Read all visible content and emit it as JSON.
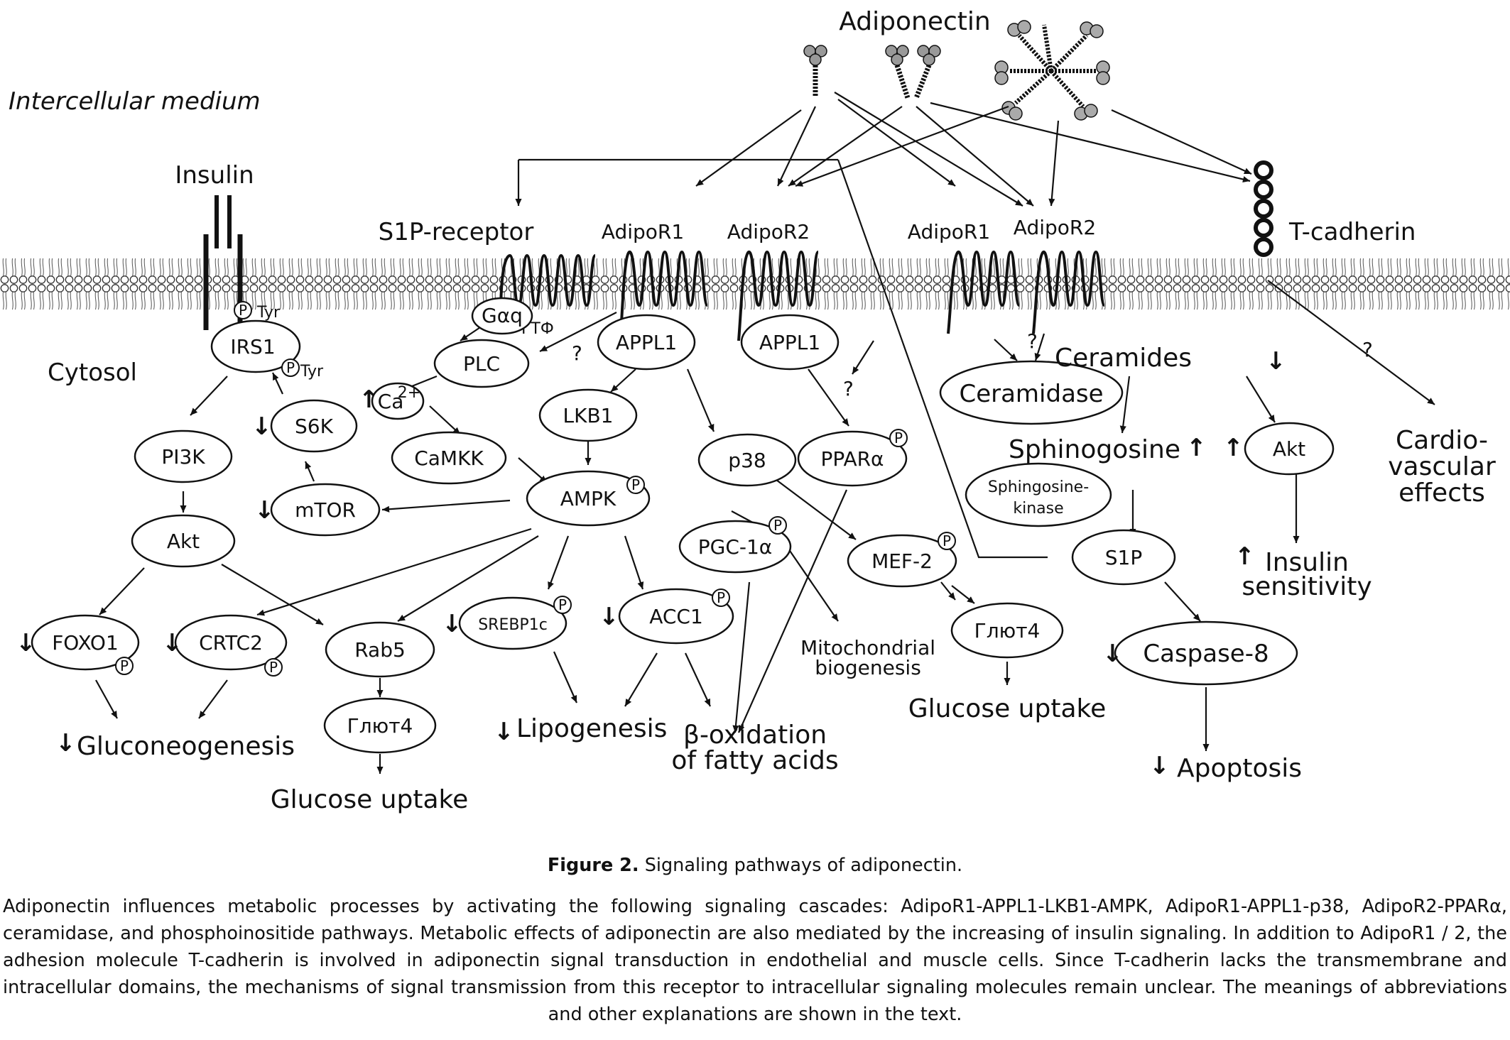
{
  "labels": {
    "adiponectin": "Adiponectin",
    "intercellular": "Intercellular medium",
    "insulin": "Insulin",
    "cytosol": "Cytosol",
    "s1p_receptor": "S1P-receptor",
    "adipor1_a": "AdipoR1",
    "adipor2_a": "AdipoR2",
    "adipor1_b": "AdipoR1",
    "adipor2_b": "AdipoR2",
    "tcadherin": "T-cadherin",
    "tyr1": "Tyr",
    "tyr2": "Tyr",
    "gtf": "ГТФ",
    "ca": "Ca",
    "ca_sup": "2+"
  },
  "nodes": {
    "irs1": "IRS1",
    "gaq": "Gαq",
    "plc": "PLC",
    "appl1_a": "APPL1",
    "appl1_b": "APPL1",
    "pi3k": "PI3K",
    "s6k": "S6K",
    "camkk": "CaMKK",
    "lkb1": "LKB1",
    "p38": "p38",
    "ppara": "PPARα",
    "ceramidase": "Ceramidase",
    "akt_left": "Akt",
    "mtor": "mTOR",
    "ampk": "AMPK",
    "pgc1a": "PGC-1α",
    "mef2": "MEF-2",
    "akt_right": "Akt",
    "sphk_1": "Sphingosine-",
    "sphk_2": "kinase",
    "s1p": "S1P",
    "foxo1": "FOXO1",
    "crtc2": "CRTC2",
    "rab5": "Rab5",
    "srebp1c": "SREBP1c",
    "acc1": "ACC1",
    "glut4_a": "Глют4",
    "glut4_b": "Глют4",
    "caspase8": "Caspase-8"
  },
  "outcomes": {
    "gluconeogenesis": "Gluconeogenesis",
    "glucose_uptake_a": "Glucose uptake",
    "lipogenesis": "Lipogenesis",
    "boxidation_1": "β-oxidation",
    "boxidation_2": "of fatty acids",
    "mito_1": "Mitochondrial",
    "mito_2": "biogenesis",
    "glucose_uptake_b": "Glucose uptake",
    "ceramides": "Ceramides",
    "sphingosine": "Sphinogosine",
    "insulin_sens_1": "Insulin",
    "insulin_sens_2": "sensitivity",
    "cardio_1": "Cardio-",
    "cardio_2": "vascular",
    "cardio_3": "effects",
    "apoptosis": "Apoptosis"
  },
  "symbols": {
    "phospho": "P",
    "question": "?",
    "up": "↑",
    "down": "↓"
  },
  "caption": {
    "title_bold": "Figure 2.",
    "title_rest": " Signaling pathways of adiponectin.",
    "body": "Adiponectin influences metabolic processes by activating the following signaling cascades: AdipoR1-APPL1-LKB1-AMPK, AdipoR1-APPL1-p38, AdipoR2-PPARα, ceramidase, and phosphoinositide pathways. Metabolic effects of adiponectin are also mediated by the increasing of insulin signaling. In addition to AdipoR1 / 2, the adhesion molecule T-cadherin is involved in adiponectin signal transduction in endothelial and muscle cells. Since T-cadherin lacks the transmembrane and intracellular domains, the mechanisms of signal transmission from this receptor to intracellular signaling molecules remain unclear. The meanings of abbreviations and other explanations are shown in the text."
  }
}
